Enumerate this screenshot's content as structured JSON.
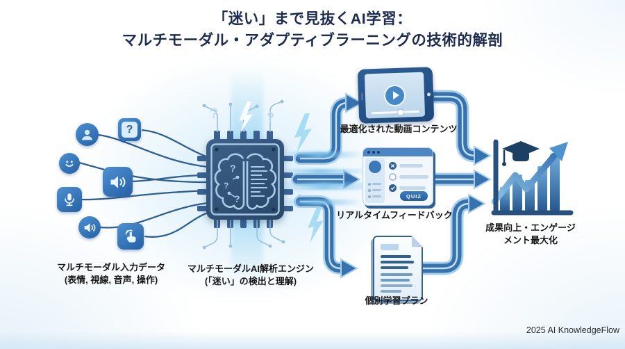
{
  "title": {
    "line1": "「迷い」まで見抜くAI学習：",
    "line2": "マルチモーダル・アダプティブラーニングの技術的解剖"
  },
  "inputs": {
    "label_line1": "マルチモーダル入力データ",
    "label_line2": "(表情, 視線, 音声, 操作)",
    "icons": [
      "user-icon",
      "question-icon",
      "smile-icon",
      "speaker-icon",
      "microphone-icon",
      "speaker-small-icon",
      "touch-icon"
    ]
  },
  "engine": {
    "label_line1": "マルチモーダルAI解析エンジン",
    "label_line2": "(「迷い」の検出と理解)",
    "floating_marks": [
      "?",
      "?"
    ],
    "brain_marks": [
      "?",
      "?",
      "?"
    ]
  },
  "glyphs": {
    "question": "?"
  },
  "outputs": {
    "video": {
      "label": "最適化された動画コンテンツ"
    },
    "quiz": {
      "label": "リアルタイムフィードバック",
      "button": "QUIZ",
      "row_icons": [
        "x-icon",
        "circle-icon",
        "check-icon"
      ]
    },
    "plan": {
      "label": "個別学習プラン"
    }
  },
  "outcome": {
    "label_line1": "成果向上・エンゲージ",
    "label_line2": "メント最大化"
  },
  "footer": {
    "credit": "2025 AI KnowledgeFlow"
  },
  "colors": {
    "title_navy": "#1d2b4f",
    "icon_blue": "#2f6db5",
    "chip_body": "#2e4d6f",
    "arrow_core": "#3672ae",
    "tube_rim": "#a9cfea",
    "lightning": "#9fd8f3"
  }
}
